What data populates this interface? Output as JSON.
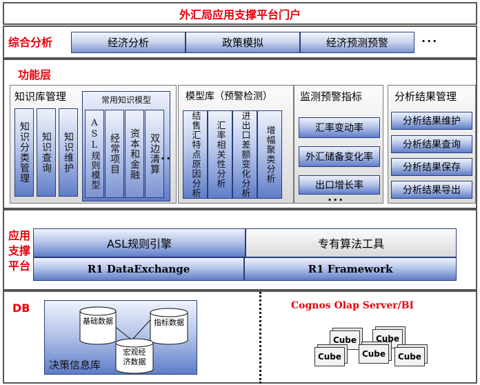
{
  "title": "外汇局应用支撑平台门户",
  "analysis": {
    "label": "综合分析",
    "items": [
      "经济分析",
      "政策模拟",
      "经济预测预警"
    ],
    "more": "···"
  },
  "function_layer": {
    "label": "功能层",
    "knowledge": {
      "title": "知识库管理",
      "items": [
        "知识分类管理",
        "知识查询",
        "知识维护"
      ],
      "common_model": {
        "title": "常用知识模型",
        "items": [
          "ASL规则模型",
          "经常项目",
          "资本和金融",
          "双边清算"
        ],
        "more": "··"
      }
    },
    "model_lib": {
      "title": "模型库（预警检测）",
      "items": [
        "结售汇特点原因分析",
        "汇率相关性分析",
        "进出口差额变化分析",
        "增幅聚类分析"
      ]
    },
    "monitor": {
      "title": "监测预警指标",
      "items": [
        "汇率变动率",
        "外汇储备变化率",
        "出口增长率"
      ],
      "more": "···"
    },
    "results": {
      "title": "分析结果管理",
      "items": [
        "分析结果维护",
        "分析结果查询",
        "分析结果保存",
        "分析结果导出"
      ]
    }
  },
  "support": {
    "label": "应用支撑平台",
    "asl": "ASL规则引擎",
    "algo": "专有算法工具",
    "r1dx": "R1 DataExchange",
    "r1fw": "R1 Framework"
  },
  "db": {
    "label": "DB",
    "decision": "决策信息库",
    "basic": "基础数据",
    "index": "指标数据",
    "macro": "宏观经济数据",
    "cognos": "Cognos Olap Server/BI",
    "cube_label": "Cube"
  },
  "colors": {
    "accent_red": "#e8000b",
    "blue_dark": "#263d7a",
    "blue_mid": "#5f7dc8"
  }
}
